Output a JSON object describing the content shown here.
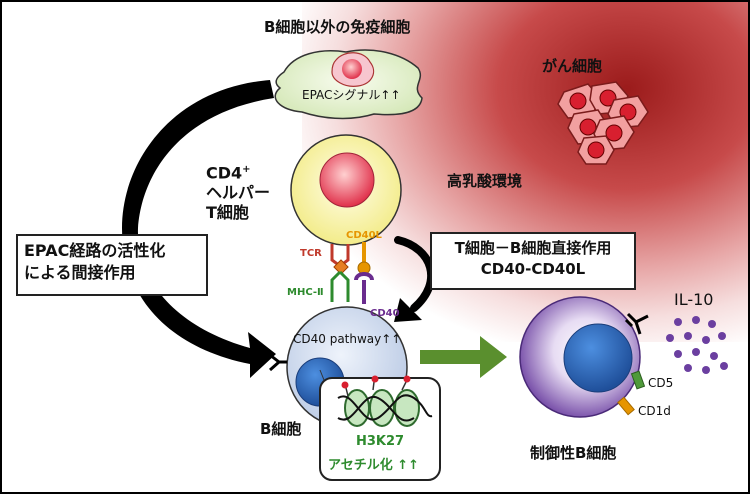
{
  "title_other_immune": "B細胞以外の免疫細胞",
  "epac_signal": "EPACシグナル↑↑",
  "cancer_cells": "がん細胞",
  "lactate_env": "高乳酸環境",
  "cd4_line1": "CD4",
  "cd4_sup": "+",
  "cd4_line2": "ヘルパー",
  "cd4_line3": "T細胞",
  "epac_box_line1": "EPAC経路の活性化",
  "epac_box_line2": "による間接作用",
  "tb_box_line1": "T細胞－B細胞直接作用",
  "tb_box_line2": "CD40-CD40L",
  "tcr": "TCR",
  "cd40l": "CD40L",
  "mhc": "MHC-Ⅱ",
  "cd40": "CD40",
  "cd40_pathway": "CD40 pathway↑↑",
  "b_cell": "B細胞",
  "h3k27": "H3K27",
  "acetylation": "アセチル化 ↑↑",
  "il10": "IL-10",
  "cd5": "CD5",
  "cd1d": "CD1d",
  "breg": "制御性B細胞",
  "colors": {
    "tcr": "#c0392b",
    "cd40l": "#e69500",
    "mhc": "#2e8b2e",
    "cd40": "#6a2c8e",
    "arrow_green": "#5a8f2e",
    "breg_purple": "#6b3fa0",
    "nucleus_blue": "#2f6fc4",
    "il10_dots": "#6b3fa0"
  }
}
